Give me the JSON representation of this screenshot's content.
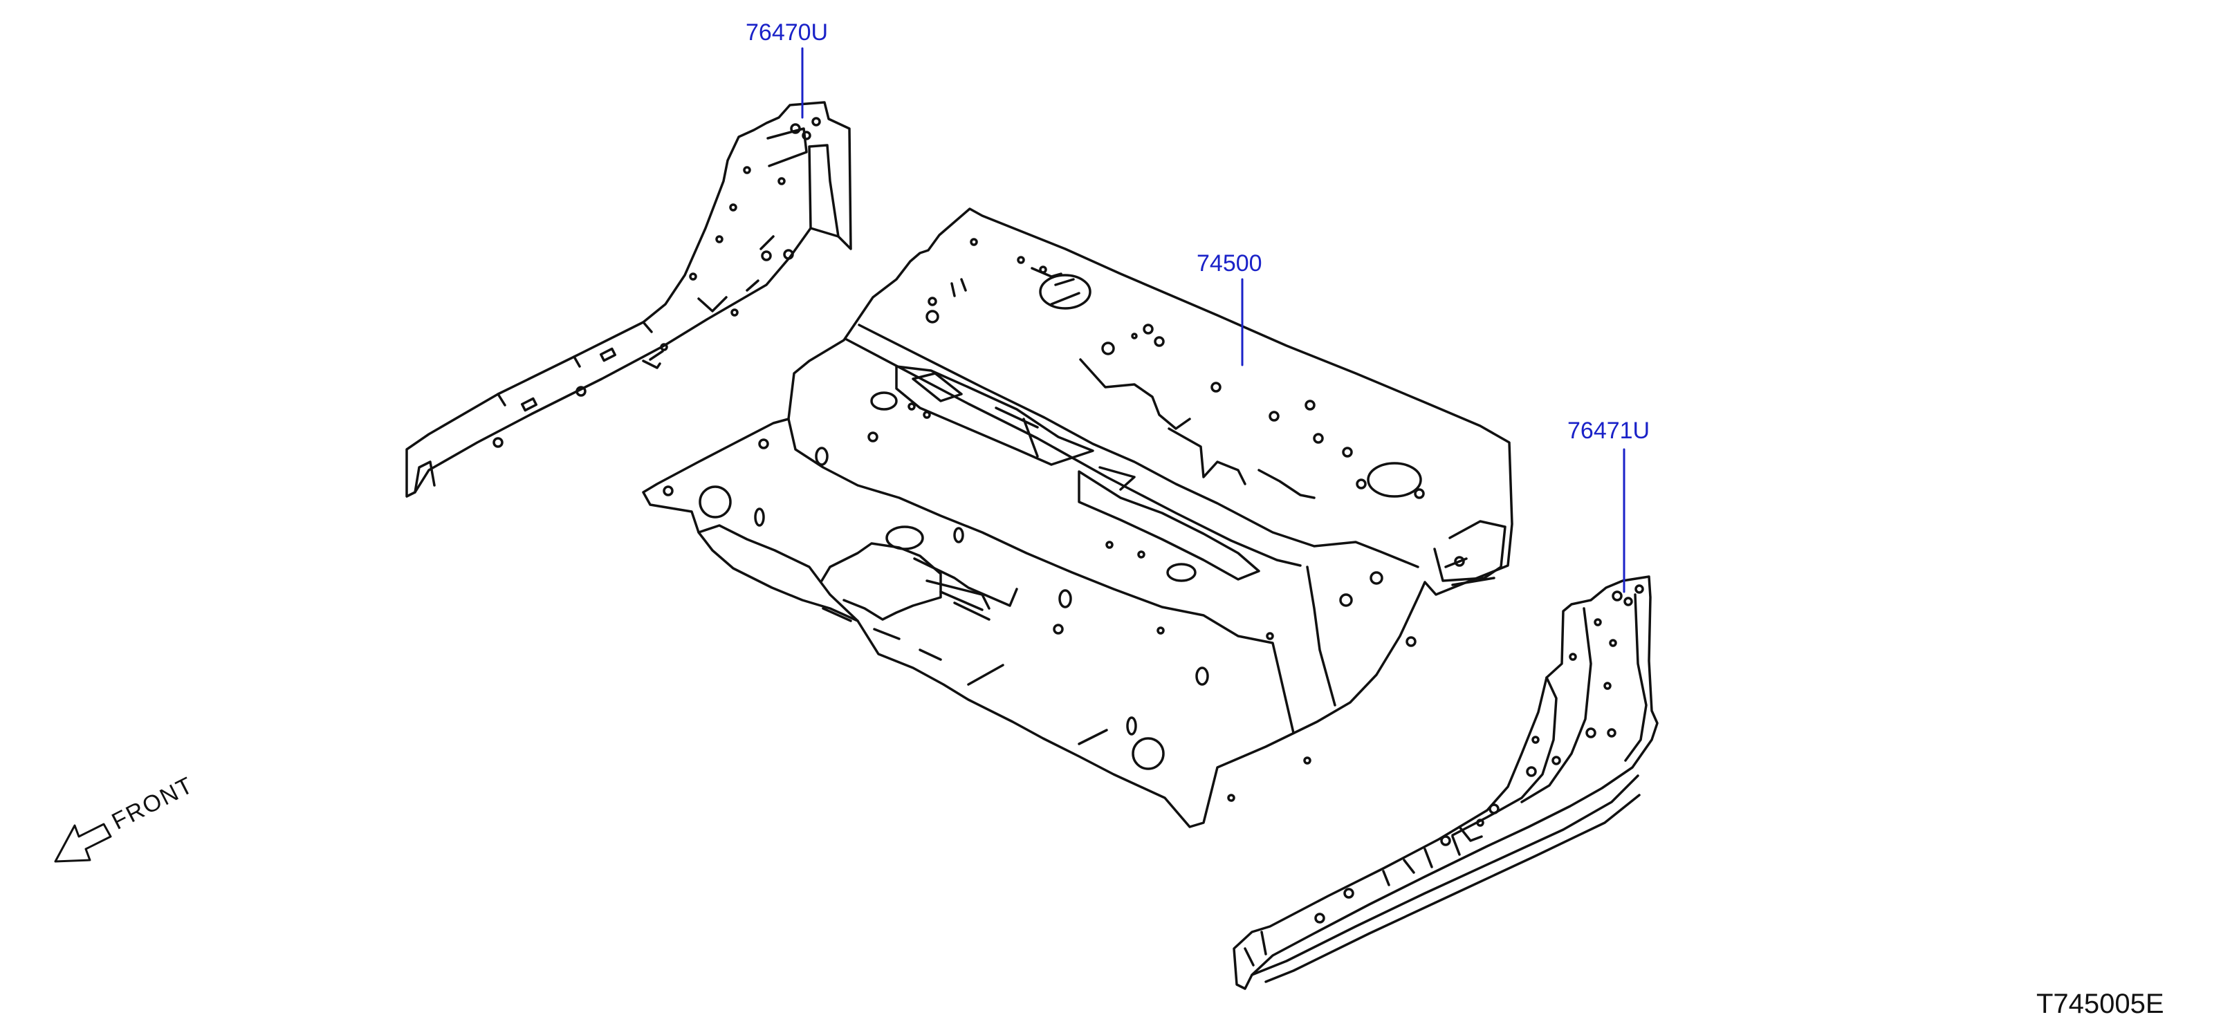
{
  "callouts": {
    "left_side_member": "76470U",
    "rear_floor": "74500",
    "right_side_member": "76471U"
  },
  "orientation": {
    "front_label": "FRONT",
    "icon": "arrow-down-left-icon"
  },
  "diagram_code": "T745005E",
  "colors": {
    "callout": "#1a22c8",
    "line": "#111111"
  }
}
